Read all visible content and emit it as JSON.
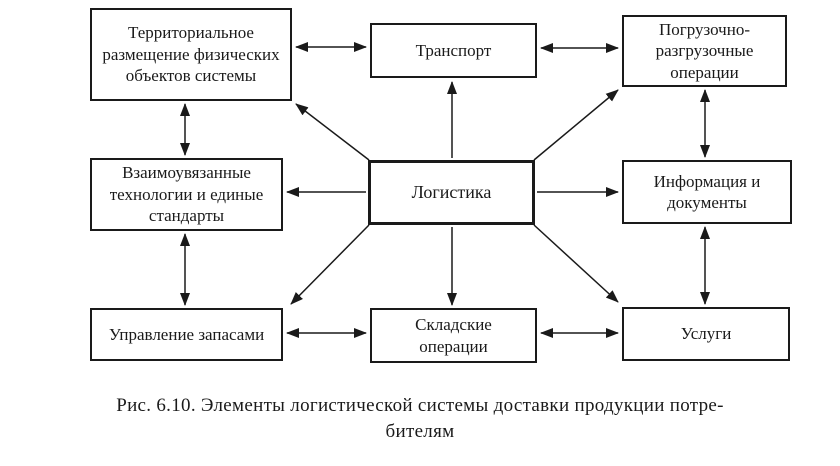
{
  "diagram": {
    "title_implicit": "Логистическая система",
    "nodes": {
      "territorial": {
        "label": "Территориальное размещение физических объектов системы"
      },
      "transport": {
        "label": "Транспорт"
      },
      "loading": {
        "label": "Погрузочно-разгрузочные операции"
      },
      "technologies": {
        "label": "Взаимоувязанные технологии и единые стандарты"
      },
      "logistics": {
        "label": "Логистика"
      },
      "information": {
        "label": "Информация и документы"
      },
      "inventory": {
        "label": "Управление запасами"
      },
      "warehouse": {
        "label": "Складские операции"
      },
      "services": {
        "label": "Услуги"
      }
    },
    "edges": [
      {
        "from": "territorial",
        "to": "transport",
        "type": "two-way"
      },
      {
        "from": "transport",
        "to": "loading",
        "type": "two-way"
      },
      {
        "from": "territorial",
        "to": "technologies",
        "type": "two-way"
      },
      {
        "from": "technologies",
        "to": "inventory",
        "type": "two-way"
      },
      {
        "from": "loading",
        "to": "information",
        "type": "two-way"
      },
      {
        "from": "information",
        "to": "services",
        "type": "two-way"
      },
      {
        "from": "inventory",
        "to": "warehouse",
        "type": "two-way"
      },
      {
        "from": "warehouse",
        "to": "services",
        "type": "two-way"
      },
      {
        "from": "logistics",
        "to": "territorial",
        "type": "one-way"
      },
      {
        "from": "logistics",
        "to": "transport",
        "type": "one-way"
      },
      {
        "from": "logistics",
        "to": "loading",
        "type": "one-way"
      },
      {
        "from": "logistics",
        "to": "technologies",
        "type": "one-way"
      },
      {
        "from": "logistics",
        "to": "information",
        "type": "one-way"
      },
      {
        "from": "logistics",
        "to": "inventory",
        "type": "one-way"
      },
      {
        "from": "logistics",
        "to": "warehouse",
        "type": "one-way"
      },
      {
        "from": "logistics",
        "to": "services",
        "type": "one-way"
      }
    ],
    "colors": {
      "line": "#1a1a1a",
      "background": "#ffffff",
      "text": "#1a1a1a"
    }
  },
  "caption": {
    "line1": "Рис. 6.10. Элементы логистической системы доставки продукции потре-",
    "line2": "бителям"
  }
}
